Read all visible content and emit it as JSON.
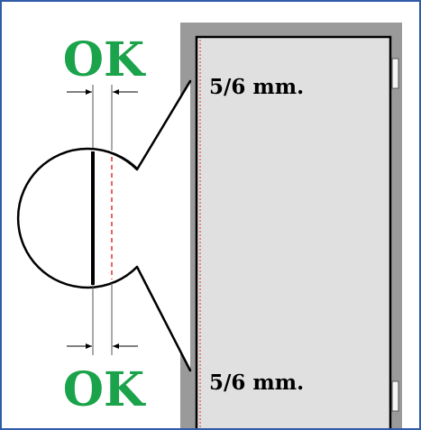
{
  "labels": {
    "ok_top": "OK",
    "ok_bottom": "OK",
    "gap_top": "5/6 mm.",
    "gap_bottom": "5/6 mm."
  },
  "colors": {
    "border": "#2f5ca8",
    "ok_green": "#1aa34a",
    "frame_gray": "#9a9a9a",
    "door_fill": "#e0e0e0",
    "guide_red": "#e03030"
  }
}
